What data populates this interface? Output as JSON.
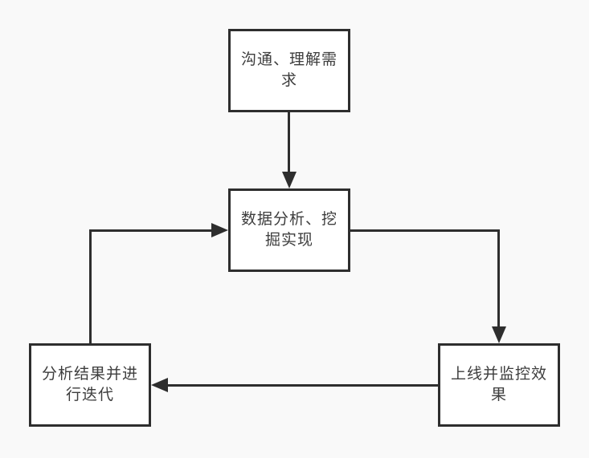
{
  "diagram": {
    "type": "flowchart",
    "background": "#f9f9f9",
    "node_fill": "#ffffff",
    "stroke_color": "#2e2e2e",
    "text_color": "#3d3d3d"
  },
  "nodes": [
    {
      "id": "understand-requirements",
      "label": "沟通、理解需求",
      "lines": [
        "沟通、理解需",
        "求"
      ]
    },
    {
      "id": "data-analysis-mining",
      "label": "数据分析、挖掘实现",
      "lines": [
        "数据分析、挖",
        "掘实现"
      ]
    },
    {
      "id": "launch-and-monitor",
      "label": "上线并监控效果",
      "lines": [
        "上线并监控效",
        "果"
      ]
    },
    {
      "id": "analyze-and-iterate",
      "label": "分析结果并进行迭代",
      "lines": [
        "分析结果并进",
        "行迭代"
      ]
    }
  ],
  "edges": [
    {
      "from": "understand-requirements",
      "to": "data-analysis-mining"
    },
    {
      "from": "data-analysis-mining",
      "to": "launch-and-monitor"
    },
    {
      "from": "launch-and-monitor",
      "to": "analyze-and-iterate"
    },
    {
      "from": "analyze-and-iterate",
      "to": "data-analysis-mining"
    }
  ]
}
